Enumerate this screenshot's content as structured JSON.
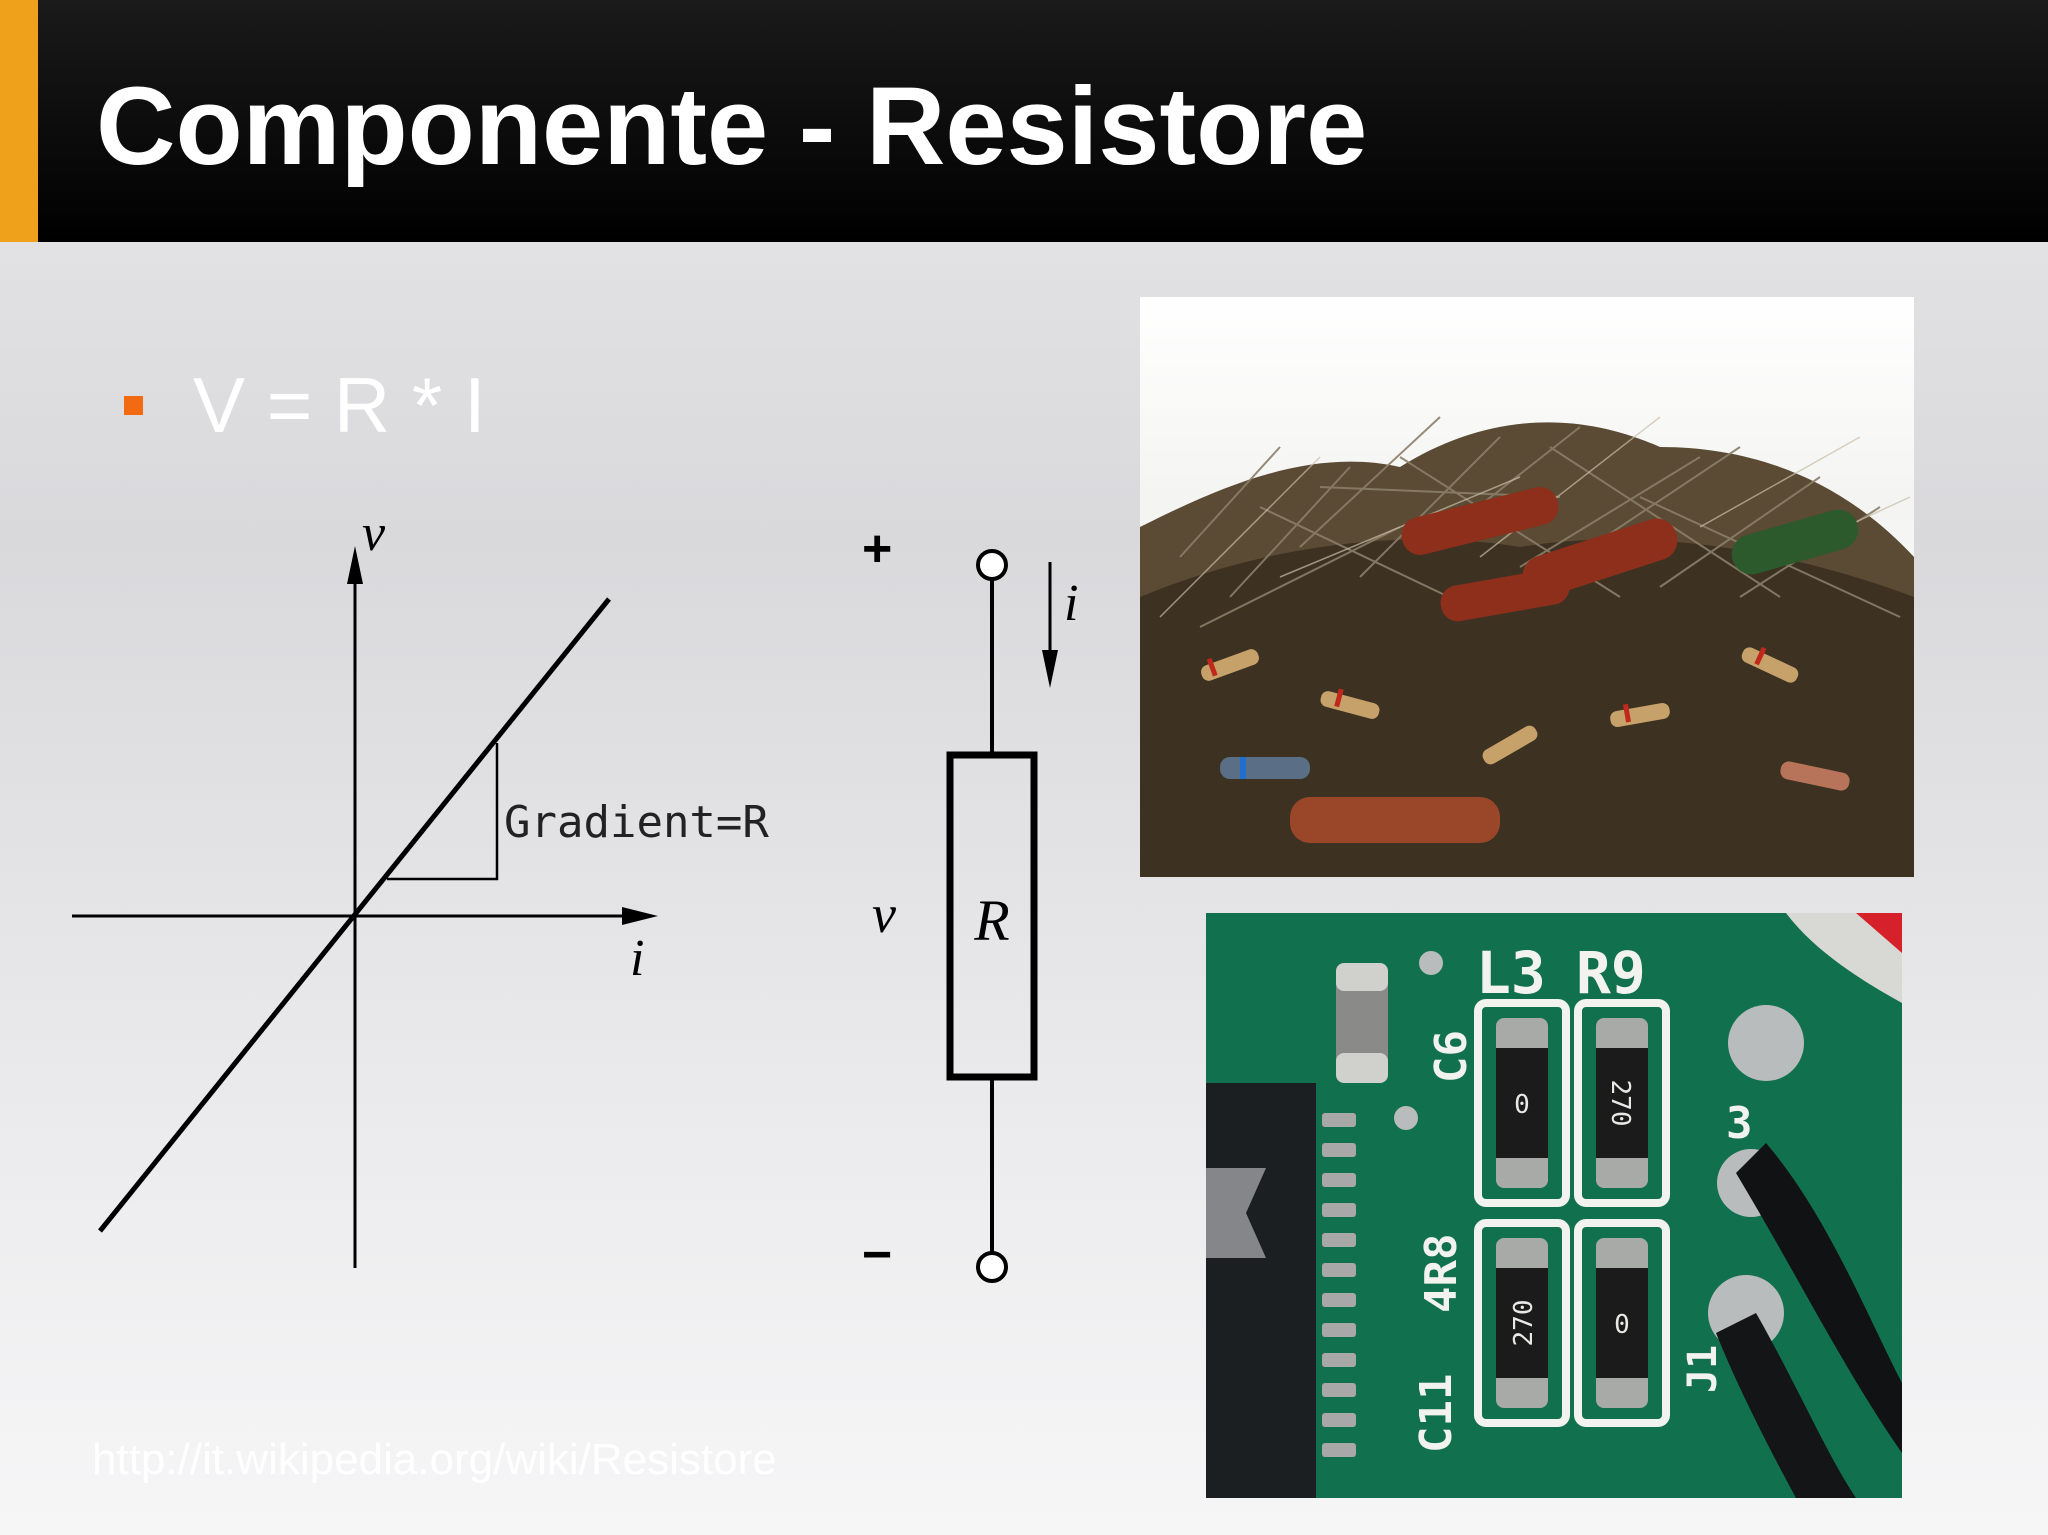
{
  "slide": {
    "title": "Componente - Resistore",
    "bullet": "V = R * I",
    "footer_link": "http://it.wikipedia.org/wiki/Resistore"
  },
  "graph": {
    "y_axis_label": "v",
    "x_axis_label": "i",
    "gradient_label": "Gradient=R"
  },
  "circuit": {
    "plus_label": "+",
    "minus_label": "−",
    "voltage_label": "v",
    "current_label": "i",
    "resistor_label": "R"
  },
  "pcb": {
    "silkscreen": [
      "L3",
      "R9",
      "C6",
      "4R8",
      "C11",
      "J1",
      "3"
    ],
    "resistor_codes": [
      "0",
      "270",
      "270",
      "0"
    ]
  },
  "colors": {
    "header_bg": "#000000",
    "header_accent": "#f0a11c",
    "bullet_marker": "#f26a11",
    "pcb_green": "#0d6b4a"
  }
}
